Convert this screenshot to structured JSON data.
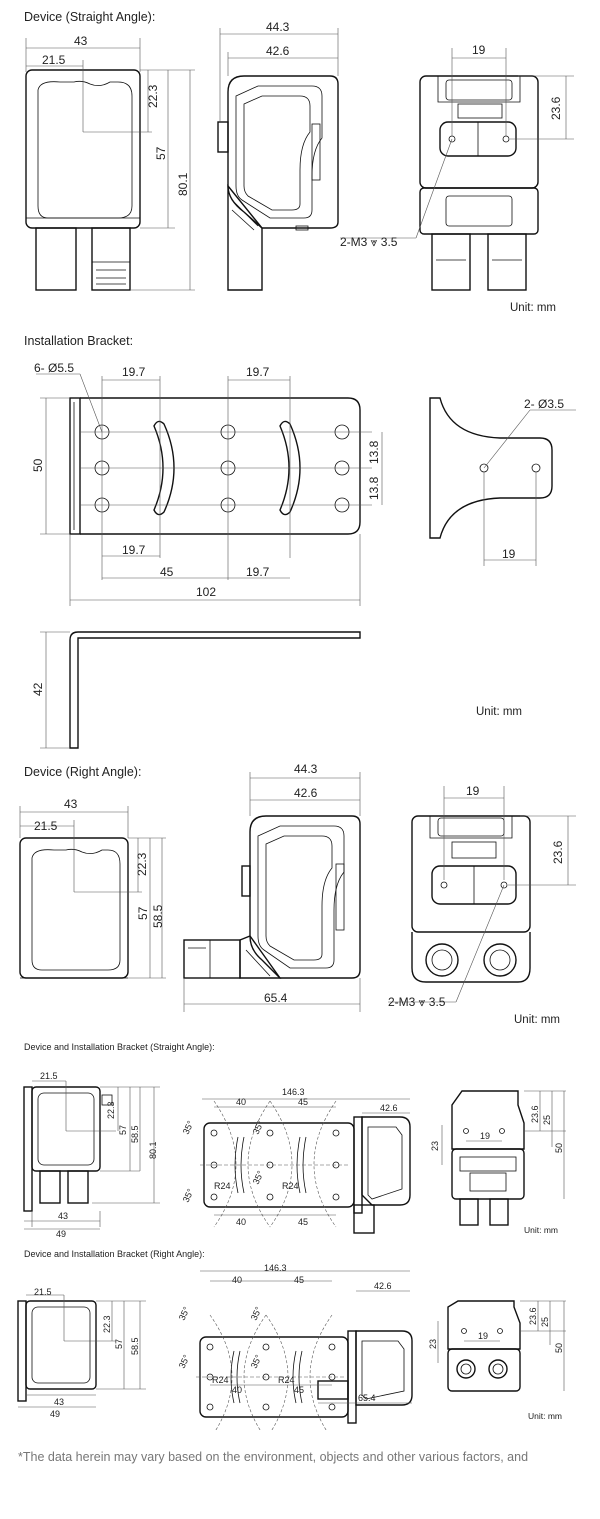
{
  "sections": {
    "straight": {
      "title": "Device (Straight Angle):",
      "unit": "Unit: mm",
      "dims": {
        "w_43": "43",
        "w_21_5": "21.5",
        "h_22_3": "22.3",
        "h_57": "57",
        "h_80_1": "80.1",
        "d_44_3": "44.3",
        "d_42_6": "42.6",
        "b_19": "19",
        "b_23_6": "23.6",
        "screw": "2-M3 ⩔ 3.5"
      }
    },
    "bracket": {
      "title": "Installation Bracket:",
      "unit": "Unit: mm",
      "dims": {
        "holes": "6- Ø5.5",
        "s19_7_a": "19.7",
        "s19_7_b": "19.7",
        "s19_7_c": "19.7",
        "s19_7_d": "19.7",
        "h50": "50",
        "v13_8_a": "13.8",
        "v13_8_b": "13.8",
        "w45": "45",
        "w102": "102",
        "side_holes": "2- Ø3.5",
        "side_19": "19",
        "h42": "42"
      }
    },
    "right": {
      "title": "Device (Right Angle):",
      "unit": "Unit: mm",
      "dims": {
        "w_43": "43",
        "w_21_5": "21.5",
        "h_22_3": "22.3",
        "h_57": "57",
        "h_58_5": "58.5",
        "d_44_3": "44.3",
        "d_42_6": "42.6",
        "d_65_4": "65.4",
        "b_19": "19",
        "b_23_6": "23.6",
        "screw": "2-M3 ⩔ 3.5"
      }
    },
    "combo_straight": {
      "title": "Device and Installation Bracket (Straight Angle):",
      "unit": "Unit: mm",
      "dims": {
        "w_21_5": "21.5",
        "h_22_3": "22.3",
        "h_57": "57",
        "h_58_5": "58.5",
        "h_80_1": "80.1",
        "w_43": "43",
        "w_49": "49",
        "t_146_3": "146.3",
        "t_40": "40",
        "t_45": "45",
        "t_42_6": "42.6",
        "a35_1": "35°",
        "a35_2": "35°",
        "a35_3": "35°",
        "a35_4": "35°",
        "r24_1": "R24",
        "r24_2": "R24",
        "b_40": "40",
        "b_45": "45",
        "s_23": "23",
        "s_19": "19",
        "s_23_6": "23.6",
        "s_25": "25",
        "s_50": "50"
      }
    },
    "combo_right": {
      "title": "Device and Installation Bracket (Right Angle):",
      "unit": "Unit: mm",
      "dims": {
        "w_21_5": "21.5",
        "h_22_3": "22.3",
        "h_57": "57",
        "h_58_5": "58.5",
        "w_43": "43",
        "w_49": "49",
        "t_146_3": "146.3",
        "t_40": "40",
        "t_45": "45",
        "t_42_6": "42.6",
        "a35_1": "35°",
        "a35_2": "35°",
        "a35_3": "35°",
        "a35_4": "35°",
        "r24_1": "R24",
        "r24_2": "R24",
        "b_40": "40",
        "b_45": "45",
        "b_65_4": "65.4",
        "s_23": "23",
        "s_19": "19",
        "s_23_6": "23.6",
        "s_25": "25",
        "s_50": "50"
      }
    }
  },
  "disclaimer": "*The data herein may vary based on the environment, objects and other various factors, and"
}
